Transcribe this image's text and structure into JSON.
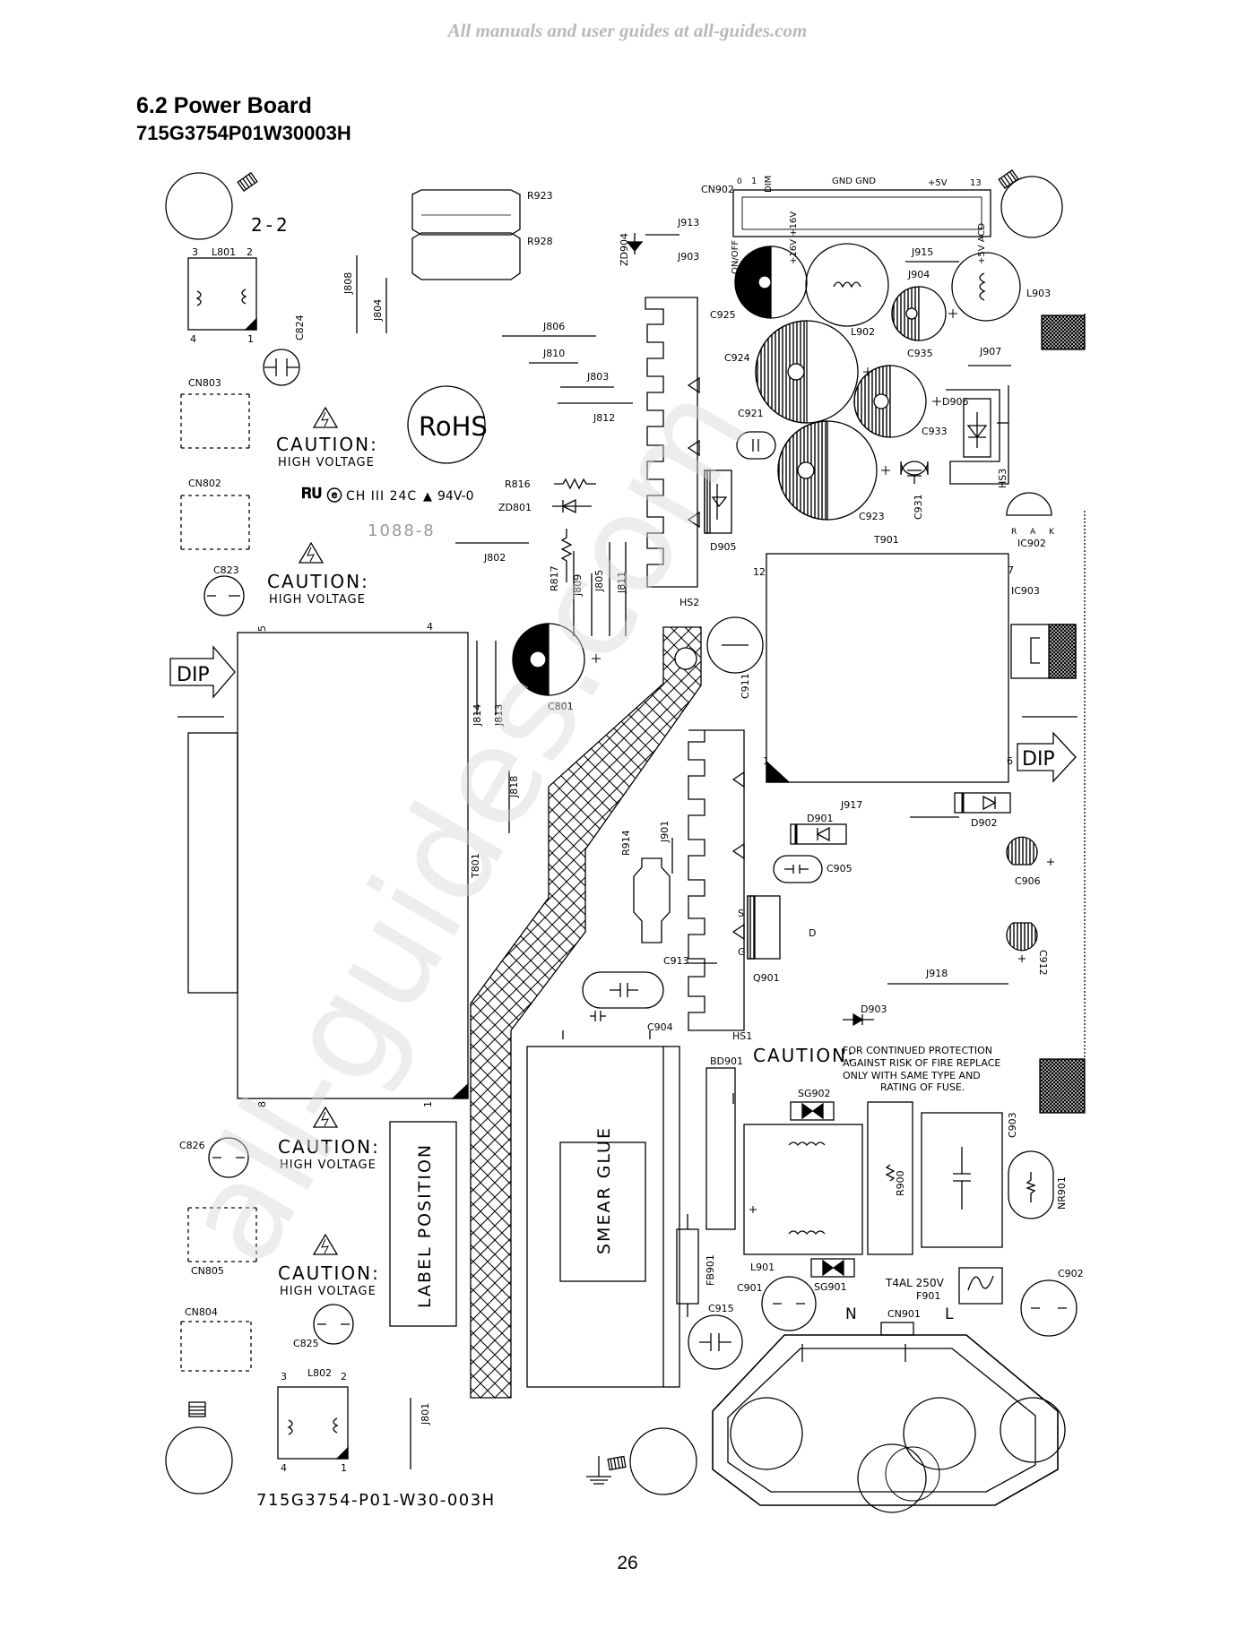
{
  "header": {
    "banner": "All manuals and user guides at all-guides.com",
    "section_title": "6.2 Power Board",
    "part_number": "715G3754P01W30003H"
  },
  "page_number": "26",
  "watermark": "all-guides.com",
  "board": {
    "board_marking": "715G3754-P01-W30-003H",
    "variant_marking": "2-2",
    "certification_marks": "CH III 24C",
    "flammability_rating": "94V-0",
    "date_code": "1088-8",
    "rohs_logo": "RoHS",
    "caution_title": "CAUTION:",
    "caution_subtitle": "HIGH VOLTAGE",
    "fuse_caution_title": "CAUTION:",
    "fuse_caution_lines": [
      "FOR CONTINUED PROTECTION",
      "AGAINST RISK OF FIRE REPLACE",
      "ONLY WITH SAME TYPE AND",
      "RATING OF FUSE."
    ],
    "fuse_rating": "T4AL 250V",
    "dip_label": "DIP",
    "label_position": "LABEL POSITION",
    "smear_glue": "SMEAR GLUE",
    "cn902_pins": {
      "pin0": "0",
      "pin1": "1",
      "dim": "DIM",
      "gnd": "GND GND",
      "v5": "+5V",
      "pin13": "13"
    },
    "cn902_signals": {
      "on_off": "ON/OFF",
      "v16": "+16V +16V",
      "v5_acd": "+5V ACD"
    },
    "ic902_pins": "R A K",
    "ac_n": "N",
    "ac_l": "L",
    "designators": {
      "R923": "R923",
      "R928": "R928",
      "L801": "L801",
      "C824": "C824",
      "J808": "J808",
      "J804": "J804",
      "CN803": "CN803",
      "CN802": "CN802",
      "C823": "C823",
      "J806": "J806",
      "J810": "J810",
      "J803": "J803",
      "J812": "J812",
      "R816": "R816",
      "ZD801": "ZD801",
      "J802": "J802",
      "R817": "R817",
      "J809": "J809",
      "J805": "J805",
      "J811": "J811",
      "ZD904": "ZD904",
      "J913": "J913",
      "J903": "J903",
      "CN902": "CN902",
      "J915": "J915",
      "J904": "J904",
      "L903": "L903",
      "C925": "C925",
      "L902": "L902",
      "C935": "C935",
      "J907": "J907",
      "C924": "C924",
      "D906": "D906",
      "C921": "C921",
      "C933": "C933",
      "HS3": "HS3",
      "D905": "D905",
      "C923": "C923",
      "C931": "C931",
      "IC902": "IC902",
      "T901": "T901",
      "IC903": "IC903",
      "HS2": "HS2",
      "C801": "C801",
      "C911": "C911",
      "J814": "J814",
      "J813": "J813",
      "J818": "J818",
      "T801": "T801",
      "J917": "J917",
      "D902": "D902",
      "J901": "J901",
      "R914": "R914",
      "D901": "D901",
      "C905": "C905",
      "C906": "C906",
      "Q901": "Q901",
      "C912": "C912",
      "C913": "C913",
      "J918": "J918",
      "D903": "D903",
      "C904": "C904",
      "HS1": "HS1",
      "BD901": "BD901",
      "SG902": "SG902",
      "C903": "C903",
      "R900": "R900",
      "NR901": "NR901",
      "C826": "C826",
      "CN805": "CN805",
      "CN804": "CN804",
      "C825": "C825",
      "L802": "L802",
      "J801": "J801",
      "FB901": "FB901",
      "L901": "L901",
      "SG901": "SG901",
      "C901": "C901",
      "C915": "C915",
      "F901": "F901",
      "CN901": "CN901",
      "C902": "C902"
    },
    "pin_numbers": {
      "l801_3": "3",
      "l801_2": "2",
      "l801_4": "4",
      "l801_1": "1",
      "t801_5": "5",
      "t801_4": "4",
      "t801_8": "8",
      "t801_1": "1",
      "t901_12": "12",
      "t901_7": "7",
      "t901_1": "1",
      "t901_6": "6",
      "l802_3": "3",
      "l802_2": "2",
      "l802_4": "4",
      "l802_1": "1",
      "q_s": "S",
      "q_g": "G",
      "q_d": "D"
    }
  }
}
